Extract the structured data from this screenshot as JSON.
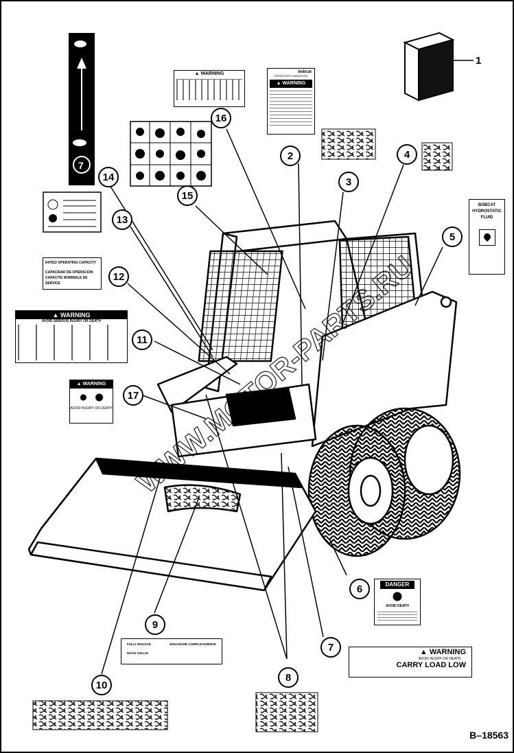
{
  "figure_id": "B–18563",
  "callouts": [
    "1",
    "2",
    "3",
    "4",
    "5",
    "6",
    "7",
    "8",
    "9",
    "10",
    "11",
    "12",
    "13",
    "14",
    "15",
    "16",
    "17"
  ],
  "decals": {
    "warning_top": "▲ WARNING",
    "operator_manual": {
      "brand": "bobcat",
      "title": "OPERATOR'S HANDBOOK",
      "warning": "▲ WARNING"
    },
    "hydrostatic": {
      "line1": "BOBCAT",
      "line2": "HYDROSTATIC",
      "line3": "FLUID"
    },
    "rated_capacity": {
      "line1": "RATED OPERATING CAPACITY",
      "line2": "CAPACIDAD DE OPERACION",
      "line3": "CAPACITE NOMINALE DE SERVICE"
    },
    "warning_left": {
      "title": "▲ WARNING",
      "sub": "AVOID SERIOUS INJURY OR DEATH"
    },
    "warning_small": {
      "title": "▲ WARNING",
      "sub": "AVOID INJURY OR DEATH"
    },
    "danger": {
      "title": "DANGER",
      "sub": "AVOID DEATH"
    },
    "carry_load": {
      "title": "▲ WARNING",
      "sub": "AVOID INJURY OR DEATH",
      "main": "CARRY LOAD LOW"
    },
    "engage": {
      "line1": "FULLY ENGAGE",
      "line2": "ENGANCHE COMPLETAMENTE",
      "line3": "NOSO VOLLIG"
    }
  },
  "watermark": "WWW.MOTOR-PARTS.RU",
  "colors": {
    "ink": "#000000",
    "paper": "#ffffff",
    "watermark": "#000000"
  }
}
